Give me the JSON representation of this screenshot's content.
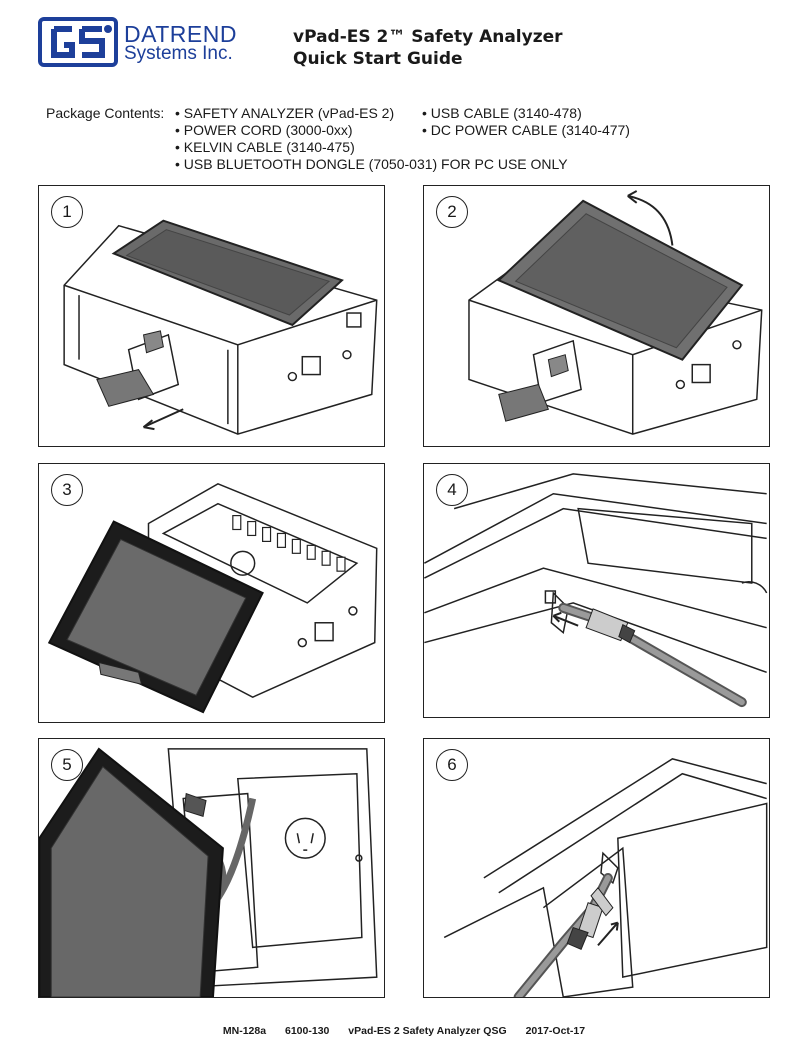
{
  "header": {
    "logo_name": "DATREND",
    "logo_sub": "Systems Inc.",
    "title_line1": "vPad-ES 2™ Safety Analyzer",
    "title_line2": "Quick Start Guide"
  },
  "package": {
    "label": "Package Contents:",
    "items": [
      "• SAFETY ANALYZER (vPad-ES 2)",
      "• USB CABLE (3140-478)",
      "• POWER CORD (3000-0xx)",
      "• DC POWER CABLE (3140-477)",
      "• KELVIN CABLE (3140-475)",
      "• USB BLUETOOTH DONGLE (7050-031) FOR PC USE ONLY"
    ]
  },
  "steps": [
    "1",
    "2",
    "3",
    "4",
    "5",
    "6"
  ],
  "footer": {
    "doc_no": "MN-128a",
    "part_no": "6100-130",
    "doc_title": "vPad-ES 2 Safety Analyzer QSG",
    "date": "2017-Oct-17"
  },
  "colors": {
    "brand": "#1d3f9a",
    "line": "#222222",
    "screen": "#5f5f5f"
  }
}
